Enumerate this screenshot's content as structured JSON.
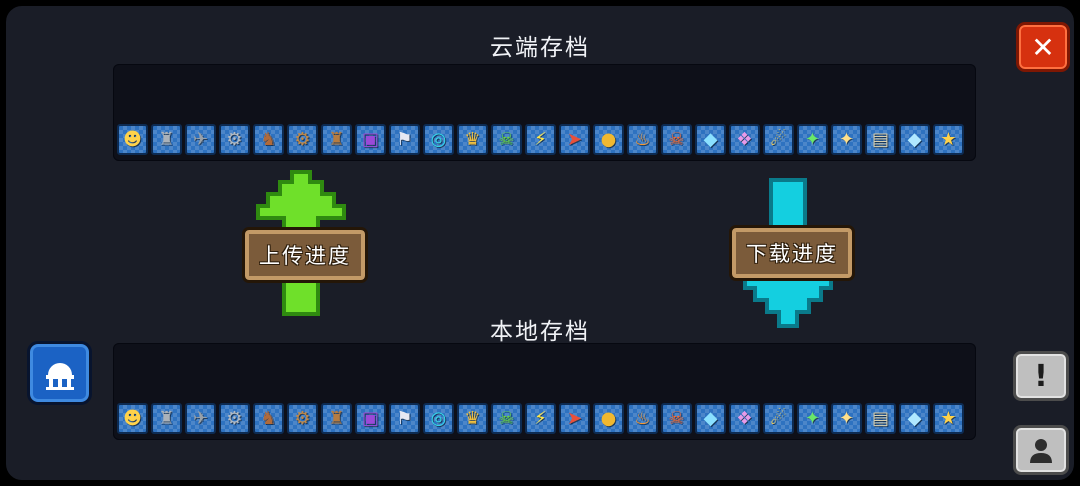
{
  "header": {
    "cloud_title": "云端存档",
    "local_title": "本地存档"
  },
  "controls": {
    "upload_label": "上传进度",
    "download_label": "下载进度",
    "close_glyph": "✕",
    "alert_glyph": "!"
  },
  "colors": {
    "background": "#1a1d27",
    "panel": "#0e1019",
    "tile_blue": "#2e72c0",
    "upload_arrow_green": "#6fe02a",
    "upload_arrow_outline": "#2f8a10",
    "download_arrow_cyan": "#14cfe0",
    "download_arrow_outline": "#0a7a8a",
    "plaque_brown": "#7b5b3a",
    "close_red": "#d6310f",
    "home_blue": "#1b62c4",
    "side_button_gray": "#bfbfbf"
  },
  "items": [
    {
      "name": "face",
      "glyph": "☻",
      "color": "#ffd24a"
    },
    {
      "name": "tank",
      "glyph": "♜",
      "color": "#aab2ba"
    },
    {
      "name": "warship",
      "glyph": "✈",
      "color": "#98a1aa"
    },
    {
      "name": "mech",
      "glyph": "⚙",
      "color": "#b3bbc3"
    },
    {
      "name": "rover",
      "glyph": "♞",
      "color": "#b06a3a"
    },
    {
      "name": "harvester",
      "glyph": "⚙",
      "color": "#c08a4a"
    },
    {
      "name": "truck",
      "glyph": "♜",
      "color": "#b57c41"
    },
    {
      "name": "crate",
      "glyph": "▣",
      "color": "#9a4ad8"
    },
    {
      "name": "flag",
      "glyph": "⚑",
      "color": "#e6e8f2"
    },
    {
      "name": "portal",
      "glyph": "◎",
      "color": "#35d8e8"
    },
    {
      "name": "trophy",
      "glyph": "♛",
      "color": "#f0c040"
    },
    {
      "name": "monster",
      "glyph": "☠",
      "color": "#6ad83a"
    },
    {
      "name": "lightning",
      "glyph": "⚡",
      "color": "#ffe84a"
    },
    {
      "name": "rocket",
      "glyph": "➤",
      "color": "#e8503a"
    },
    {
      "name": "orb",
      "glyph": "●",
      "color": "#f0b830"
    },
    {
      "name": "flame",
      "glyph": "♨",
      "color": "#ff9a2a"
    },
    {
      "name": "demon",
      "glyph": "☠",
      "color": "#ff6a2a"
    },
    {
      "name": "diamond",
      "glyph": "◆",
      "color": "#8ae0ff"
    },
    {
      "name": "crystal",
      "glyph": "❖",
      "color": "#e89ae8"
    },
    {
      "name": "staff",
      "glyph": "☄",
      "color": "#ffd24a"
    },
    {
      "name": "potion",
      "glyph": "✦",
      "color": "#6ae86a"
    },
    {
      "name": "gem",
      "glyph": "✦",
      "color": "#ffe08a"
    },
    {
      "name": "scroll",
      "glyph": "▤",
      "color": "#d8d0b0"
    },
    {
      "name": "shard",
      "glyph": "◆",
      "color": "#b0e8ff"
    },
    {
      "name": "relic",
      "glyph": "★",
      "color": "#ffd24a"
    }
  ]
}
